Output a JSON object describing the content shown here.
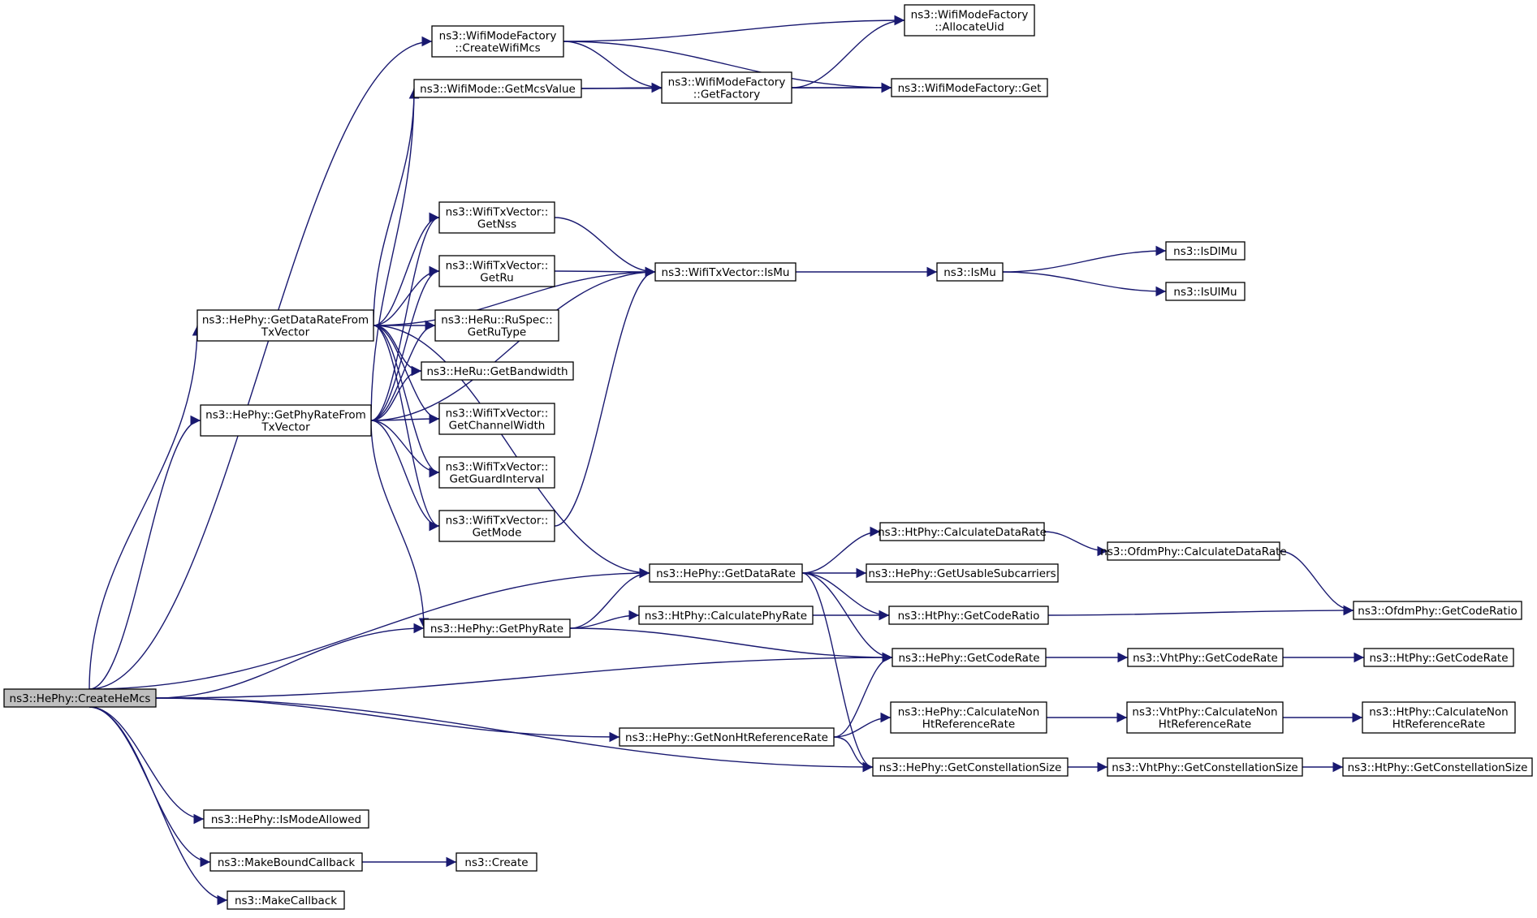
{
  "graph": {
    "edge_color": "#191970",
    "root_fill": "#bfbfbf",
    "node_fill": "#ffffff",
    "nodes": [
      {
        "id": "createHeMcs",
        "lines": [
          "ns3::HePhy::CreateHeMcs"
        ],
        "root": true
      },
      {
        "id": "createWifiMcs",
        "lines": [
          "ns3::WifiModeFactory",
          "::CreateWifiMcs"
        ]
      },
      {
        "id": "allocateUid",
        "lines": [
          "ns3::WifiModeFactory",
          "::AllocateUid"
        ]
      },
      {
        "id": "getMcsValue",
        "lines": [
          "ns3::WifiMode::GetMcsValue"
        ]
      },
      {
        "id": "getFactory",
        "lines": [
          "ns3::WifiModeFactory",
          "::GetFactory"
        ]
      },
      {
        "id": "factoryGet",
        "lines": [
          "ns3::WifiModeFactory::Get"
        ]
      },
      {
        "id": "getNss",
        "lines": [
          "ns3::WifiTxVector::",
          "GetNss"
        ]
      },
      {
        "id": "getRu",
        "lines": [
          "ns3::WifiTxVector::",
          "GetRu"
        ]
      },
      {
        "id": "isMuTx",
        "lines": [
          "ns3::WifiTxVector::IsMu"
        ]
      },
      {
        "id": "isMu",
        "lines": [
          "ns3::IsMu"
        ]
      },
      {
        "id": "isDlMu",
        "lines": [
          "ns3::IsDlMu"
        ]
      },
      {
        "id": "isUlMu",
        "lines": [
          "ns3::IsUlMu"
        ]
      },
      {
        "id": "getDataRateFromTx",
        "lines": [
          "ns3::HePhy::GetDataRateFrom",
          "TxVector"
        ]
      },
      {
        "id": "getRuType",
        "lines": [
          "ns3::HeRu::RuSpec::",
          "GetRuType"
        ]
      },
      {
        "id": "getBandwidth",
        "lines": [
          "ns3::HeRu::GetBandwidth"
        ]
      },
      {
        "id": "getPhyRateFromTx",
        "lines": [
          "ns3::HePhy::GetPhyRateFrom",
          "TxVector"
        ]
      },
      {
        "id": "getChannelWidth",
        "lines": [
          "ns3::WifiTxVector::",
          "GetChannelWidth"
        ]
      },
      {
        "id": "getGuardInterval",
        "lines": [
          "ns3::WifiTxVector::",
          "GetGuardInterval"
        ]
      },
      {
        "id": "getMode",
        "lines": [
          "ns3::WifiTxVector::",
          "GetMode"
        ]
      },
      {
        "id": "htCalcDataRate",
        "lines": [
          "ns3::HtPhy::CalculateDataRate"
        ]
      },
      {
        "id": "ofdmCalcDataRate",
        "lines": [
          "ns3::OfdmPhy::CalculateDataRate"
        ]
      },
      {
        "id": "heGetDataRate",
        "lines": [
          "ns3::HePhy::GetDataRate"
        ]
      },
      {
        "id": "getUsableSub",
        "lines": [
          "ns3::HePhy::GetUsableSubcarriers"
        ]
      },
      {
        "id": "htCalcPhyRate",
        "lines": [
          "ns3::HtPhy::CalculatePhyRate"
        ]
      },
      {
        "id": "htGetCodeRatio",
        "lines": [
          "ns3::HtPhy::GetCodeRatio"
        ]
      },
      {
        "id": "ofdmGetCodeRatio",
        "lines": [
          "ns3::OfdmPhy::GetCodeRatio"
        ]
      },
      {
        "id": "heGetPhyRate",
        "lines": [
          "ns3::HePhy::GetPhyRate"
        ]
      },
      {
        "id": "heGetCodeRate",
        "lines": [
          "ns3::HePhy::GetCodeRate"
        ]
      },
      {
        "id": "vhtGetCodeRate",
        "lines": [
          "ns3::VhtPhy::GetCodeRate"
        ]
      },
      {
        "id": "htGetCodeRate",
        "lines": [
          "ns3::HtPhy::GetCodeRate"
        ]
      },
      {
        "id": "heCalcNonHt",
        "lines": [
          "ns3::HePhy::CalculateNon",
          "HtReferenceRate"
        ]
      },
      {
        "id": "vhtCalcNonHt",
        "lines": [
          "ns3::VhtPhy::CalculateNon",
          "HtReferenceRate"
        ]
      },
      {
        "id": "htCalcNonHt",
        "lines": [
          "ns3::HtPhy::CalculateNon",
          "HtReferenceRate"
        ]
      },
      {
        "id": "heGetNonHt",
        "lines": [
          "ns3::HePhy::GetNonHtReferenceRate"
        ]
      },
      {
        "id": "heGetConst",
        "lines": [
          "ns3::HePhy::GetConstellationSize"
        ]
      },
      {
        "id": "vhtGetConst",
        "lines": [
          "ns3::VhtPhy::GetConstellationSize"
        ]
      },
      {
        "id": "htGetConst",
        "lines": [
          "ns3::HtPhy::GetConstellationSize"
        ]
      },
      {
        "id": "isModeAllowed",
        "lines": [
          "ns3::HePhy::IsModeAllowed"
        ]
      },
      {
        "id": "makeBoundCallback",
        "lines": [
          "ns3::MakeBoundCallback"
        ]
      },
      {
        "id": "create",
        "lines": [
          "ns3::Create"
        ]
      },
      {
        "id": "makeCallback",
        "lines": [
          "ns3::MakeCallback"
        ]
      }
    ],
    "edges": [
      [
        "createHeMcs",
        "createWifiMcs"
      ],
      [
        "createHeMcs",
        "getDataRateFromTx"
      ],
      [
        "createHeMcs",
        "getPhyRateFromTx"
      ],
      [
        "createHeMcs",
        "heGetDataRate"
      ],
      [
        "createHeMcs",
        "heGetPhyRate"
      ],
      [
        "createHeMcs",
        "heGetCodeRate"
      ],
      [
        "createHeMcs",
        "heGetNonHt"
      ],
      [
        "createHeMcs",
        "heGetConst"
      ],
      [
        "createHeMcs",
        "isModeAllowed"
      ],
      [
        "createHeMcs",
        "makeBoundCallback"
      ],
      [
        "createHeMcs",
        "makeCallback"
      ],
      [
        "createWifiMcs",
        "allocateUid"
      ],
      [
        "createWifiMcs",
        "getFactory"
      ],
      [
        "createWifiMcs",
        "factoryGet"
      ],
      [
        "getMcsValue",
        "getFactory"
      ],
      [
        "getMcsValue",
        "factoryGet"
      ],
      [
        "getFactory",
        "allocateUid"
      ],
      [
        "getFactory",
        "factoryGet"
      ],
      [
        "getNss",
        "isMuTx"
      ],
      [
        "getRu",
        "isMuTx"
      ],
      [
        "isMuTx",
        "isMu"
      ],
      [
        "isMu",
        "isDlMu"
      ],
      [
        "isMu",
        "isUlMu"
      ],
      [
        "getDataRateFromTx",
        "getMcsValue"
      ],
      [
        "getDataRateFromTx",
        "isMuTx"
      ],
      [
        "getDataRateFromTx",
        "heGetDataRate"
      ],
      [
        "getDataRateFromTx",
        "getNss"
      ],
      [
        "getDataRateFromTx",
        "getRu"
      ],
      [
        "getDataRateFromTx",
        "getRuType"
      ],
      [
        "getDataRateFromTx",
        "getBandwidth"
      ],
      [
        "getDataRateFromTx",
        "getChannelWidth"
      ],
      [
        "getDataRateFromTx",
        "getGuardInterval"
      ],
      [
        "getDataRateFromTx",
        "getMode"
      ],
      [
        "getPhyRateFromTx",
        "getMcsValue"
      ],
      [
        "getPhyRateFromTx",
        "getNss"
      ],
      [
        "getPhyRateFromTx",
        "getRu"
      ],
      [
        "getPhyRateFromTx",
        "getRuType"
      ],
      [
        "getPhyRateFromTx",
        "getBandwidth"
      ],
      [
        "getPhyRateFromTx",
        "getChannelWidth"
      ],
      [
        "getPhyRateFromTx",
        "getGuardInterval"
      ],
      [
        "getPhyRateFromTx",
        "getMode"
      ],
      [
        "getPhyRateFromTx",
        "isMuTx"
      ],
      [
        "getPhyRateFromTx",
        "heGetPhyRate"
      ],
      [
        "getMode",
        "isMuTx"
      ],
      [
        "heGetDataRate",
        "htCalcDataRate"
      ],
      [
        "heGetDataRate",
        "getUsableSub"
      ],
      [
        "heGetDataRate",
        "htGetCodeRatio"
      ],
      [
        "heGetDataRate",
        "heGetCodeRate"
      ],
      [
        "heGetDataRate",
        "heGetConst"
      ],
      [
        "htCalcDataRate",
        "ofdmCalcDataRate"
      ],
      [
        "ofdmCalcDataRate",
        "ofdmGetCodeRatio"
      ],
      [
        "heGetPhyRate",
        "heGetDataRate"
      ],
      [
        "heGetPhyRate",
        "htCalcPhyRate"
      ],
      [
        "heGetPhyRate",
        "heGetCodeRate"
      ],
      [
        "htCalcPhyRate",
        "htGetCodeRatio"
      ],
      [
        "htGetCodeRatio",
        "ofdmGetCodeRatio"
      ],
      [
        "heGetCodeRate",
        "vhtGetCodeRate"
      ],
      [
        "vhtGetCodeRate",
        "htGetCodeRate"
      ],
      [
        "heGetNonHt",
        "heCalcNonHt"
      ],
      [
        "heGetNonHt",
        "heGetCodeRate"
      ],
      [
        "heGetNonHt",
        "heGetConst"
      ],
      [
        "heCalcNonHt",
        "vhtCalcNonHt"
      ],
      [
        "vhtCalcNonHt",
        "htCalcNonHt"
      ],
      [
        "heGetConst",
        "vhtGetConst"
      ],
      [
        "vhtGetConst",
        "htGetConst"
      ],
      [
        "makeBoundCallback",
        "create"
      ]
    ]
  }
}
